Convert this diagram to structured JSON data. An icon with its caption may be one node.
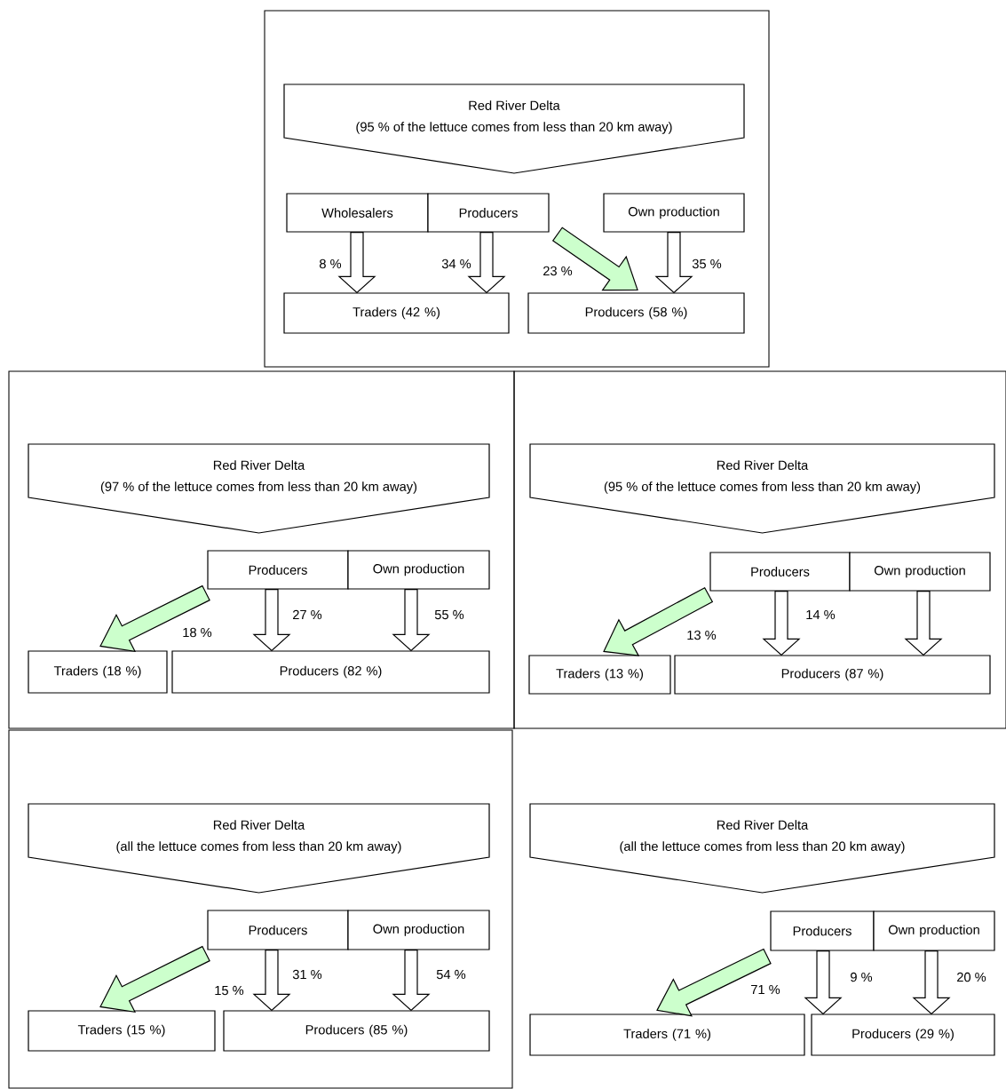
{
  "diagram": {
    "nodes": [
      {
        "text": [],
        "shape": "box"
      },
      {
        "text": [
          "Red River Delta",
          "(95 % of the lettuce comes from less than 20 km away)"
        ],
        "in": 0
      },
      {
        "text": [
          "Wholesalers"
        ],
        "in": 0
      },
      {
        "text": [
          "Producers"
        ],
        "in": 0
      },
      {
        "text": [
          "Own production"
        ],
        "in": 0
      },
      {
        "text": [
          "Traders (42 %)"
        ],
        "in": 0
      },
      {
        "text": [
          "Producers (58 %)"
        ],
        "in": 0
      },
      {
        "text": [],
        "shape": "box"
      },
      {
        "text": [
          "Red River Delta",
          "(97 % of the lettuce comes from less than 20 km away)"
        ],
        "in": 7
      },
      {
        "text": [
          "Producers"
        ],
        "in": 7
      },
      {
        "text": [
          "Own production"
        ],
        "in": 7
      },
      {
        "text": [
          "Traders (18 %)"
        ],
        "in": 7
      },
      {
        "text": [
          "Producers (82 %)"
        ],
        "in": 7
      },
      {
        "text": [],
        "shape": "box"
      },
      {
        "text": [
          "Red River Delta",
          "(95 % of the lettuce comes from less than 20 km away)"
        ],
        "in": 13
      },
      {
        "text": [
          "Producers"
        ],
        "in": 13
      },
      {
        "text": [
          "Own production"
        ],
        "in": 13
      },
      {
        "text": [
          "Traders (13 %)"
        ],
        "in": 13
      },
      {
        "text": [
          "Producers (87 %)"
        ],
        "in": 13
      },
      {
        "text": [],
        "shape": "box"
      },
      {
        "text": [
          "Red River Delta",
          "(all the lettuce comes from less than 20 km away)"
        ],
        "in": 19
      },
      {
        "text": [
          "Producers"
        ],
        "in": 19
      },
      {
        "text": [
          "Own production"
        ],
        "in": 19
      },
      {
        "text": [
          "Traders (15 %)"
        ],
        "in": 19
      },
      {
        "text": [
          "Producers (85 %)"
        ],
        "in": 19
      },
      {
        "text": [
          "Red River Delta",
          "(all the lettuce comes from less than 20 km away)"
        ]
      },
      {
        "text": [
          "Producers"
        ]
      },
      {
        "text": [
          "Own production"
        ]
      },
      {
        "text": [
          "Traders (71 %)"
        ]
      },
      {
        "text": [
          "Producers (29 %)"
        ]
      }
    ],
    "edges": [
      {
        "from": 2,
        "to": 5,
        "arrow": "to",
        "label": "8 %"
      },
      {
        "from": 3,
        "to": 5,
        "arrow": "to",
        "label": "34 %"
      },
      {
        "from": 3,
        "to": 6,
        "arrow": "to",
        "label": "23 %",
        "color": "#ccffcc"
      },
      {
        "from": 4,
        "to": 6,
        "arrow": "to",
        "label": "35 %"
      },
      {
        "from": 9,
        "to": 11,
        "arrow": "to",
        "label": "18 %",
        "color": "#ccffcc"
      },
      {
        "from": 9,
        "to": 12,
        "arrow": "to",
        "label": "27 %"
      },
      {
        "from": 10,
        "to": 12,
        "arrow": "to",
        "label": "55 %"
      },
      {
        "from": 15,
        "to": 17,
        "arrow": "to",
        "label": "13 %",
        "color": "#ccffcc"
      },
      {
        "from": 15,
        "to": 18,
        "arrow": "to",
        "label": "14 %"
      },
      {
        "from": 16,
        "to": 18,
        "arrow": "to"
      },
      {
        "from": 21,
        "to": 23,
        "arrow": "to",
        "label": "15 %",
        "color": "#ccffcc"
      },
      {
        "from": 21,
        "to": 24,
        "arrow": "to",
        "label": "31 %"
      },
      {
        "from": 22,
        "to": 24,
        "arrow": "to",
        "label": "54 %"
      },
      {
        "from": 26,
        "to": 28,
        "arrow": "to",
        "label": "71 %",
        "color": "#ccffcc"
      },
      {
        "from": 26,
        "to": 29,
        "arrow": "to",
        "label": "9 %"
      },
      {
        "from": 27,
        "to": 29,
        "arrow": "to",
        "label": "20 %"
      }
    ]
  }
}
